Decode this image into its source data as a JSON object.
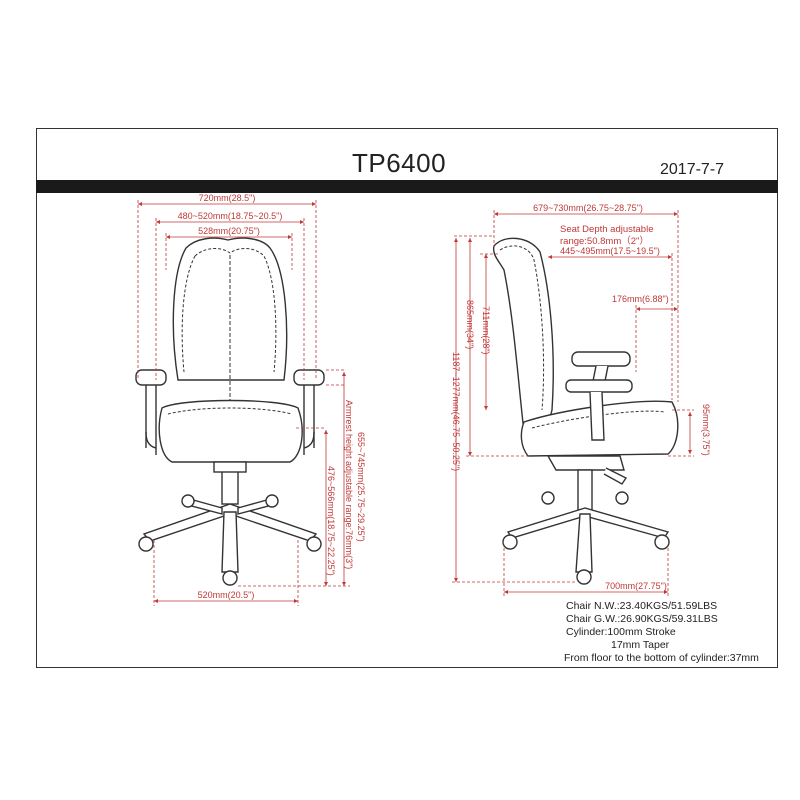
{
  "header": {
    "model": "TP6400",
    "date": "2017-7-7"
  },
  "front_view": {
    "overall_width": "720mm(28.5\")",
    "arm_inner_width": "480~520mm(18.75~20.5\")",
    "back_width": "528mm(20.75\")",
    "base_width": "520mm(20.5\")",
    "armrest_range": "Armrest height adjustable range:76mm(3\")",
    "arm_height": "655~745mm(25.75~29.25\")",
    "seat_height": "476~566mm(18.75~22.25\")"
  },
  "side_view": {
    "overall_depth": "679~730mm(26.75~28.75\")",
    "seat_depth_note_1": "Seat Depth adjustable",
    "seat_depth_note_2": "range:50.8mm（2\"）",
    "seat_depth": "445~495mm(17.5~19.5\")",
    "lumbar": "176mm(6.88\")",
    "back_height": "711mm(28\")",
    "seat_to_top": "865mm(34\")",
    "overall_height": "1187~1277mm(46.75~50.25\")",
    "seat_thickness": "95mm(3.75\")",
    "base_depth": "700mm(27.75\")"
  },
  "specs": {
    "net_weight": "Chair N.W.:23.40KGS/51.59LBS",
    "gross_weight": "Chair G.W.:26.90KGS/59.31LBS",
    "cylinder": "Cylinder:100mm Stroke",
    "taper": "17mm Taper",
    "floor": "From floor to the bottom of cylinder:37mm"
  },
  "colors": {
    "dimension": "#c03838",
    "line": "#333333",
    "bar": "#1a1a1a"
  }
}
